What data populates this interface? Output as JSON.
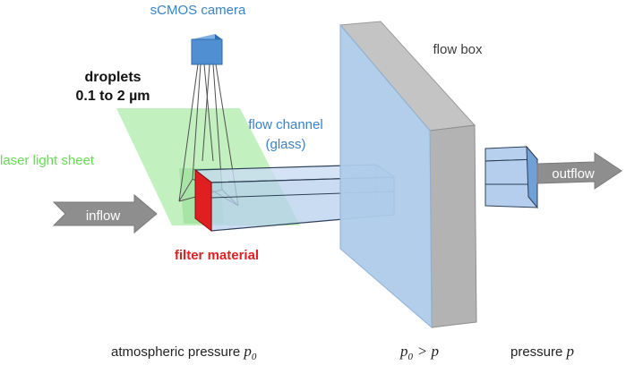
{
  "labels": {
    "camera": "sCMOS camera",
    "droplets_line1": "droplets",
    "droplets_line2": "0.1 to 2 µm",
    "flow_box": "flow box",
    "flow_channel_line1": "flow channel",
    "flow_channel_line2": "(glass)",
    "laser_sheet": "laser light sheet",
    "inflow": "inflow",
    "outflow": "outflow",
    "filter_material": "filter material"
  },
  "bottom_labels": {
    "atmospheric_text": "atmospheric pressure",
    "atmospheric_symbol": "p",
    "atmospheric_sub": "0",
    "middle_p": "p",
    "middle_sub": "0",
    "middle_rel": "> p",
    "pressure_text": "pressure",
    "pressure_symbol": "p"
  },
  "colors": {
    "camera": "#4f8fd2",
    "camera_label": "#3a82c8",
    "channel_label": "#3a82c8",
    "laser": "#7bdc6b",
    "laser_text": "#66dd55",
    "filter": "#e02020",
    "arrow": "#8e8e8e",
    "flowbox_face": "#aecbea",
    "flowbox_side": "#b3b3b3",
    "channel_fill": "#c9dcf2",
    "channel_edge": "#2d3f55"
  }
}
